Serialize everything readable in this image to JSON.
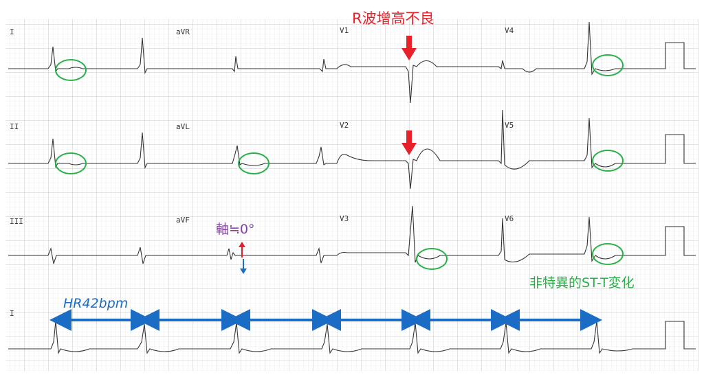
{
  "leads": {
    "I": "I",
    "aVR": "aVR",
    "V1": "V1",
    "V4": "V4",
    "II": "II",
    "aVL": "aVL",
    "V2": "V2",
    "V5": "V5",
    "III": "III",
    "aVF": "aVF",
    "V3": "V3",
    "V6": "V6",
    "rhythm": "I"
  },
  "annotations": {
    "poor_r_wave": "R波增高不良",
    "axis": "軸≒0°",
    "nonspecific_st_t": "非特異的ST-T変化",
    "heart_rate": "HR42bpm"
  },
  "colors": {
    "annotation_red": "#e8202a",
    "annotation_green": "#2ab048",
    "annotation_blue": "#1b6cc4",
    "annotation_purple": "#8a3ea8",
    "grid": "#c9c9c9",
    "trace": "#333333"
  }
}
